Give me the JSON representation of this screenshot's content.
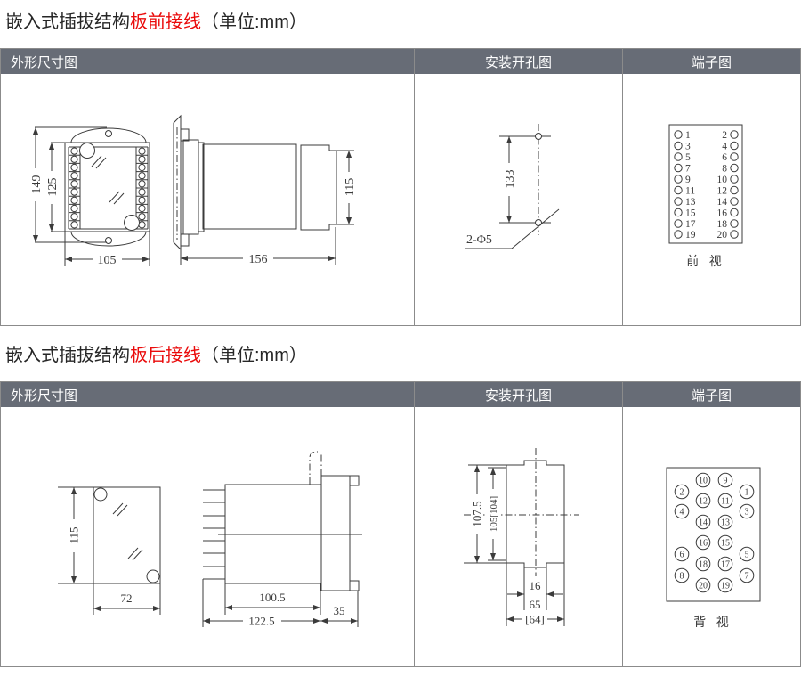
{
  "colors": {
    "accent_red": "#ea0b0b",
    "header_bg": "#676c76",
    "header_text": "#ffffff",
    "drawing_line": "#3b3b3b",
    "table_border": "#8b8b8b"
  },
  "titles": {
    "front": {
      "prefix": "嵌入式插拔结构",
      "highlight": "板前接线",
      "suffix": "（单位:mm）"
    },
    "rear": {
      "prefix": "嵌入式插拔结构",
      "highlight": "板后接线",
      "suffix": "（单位:mm）"
    }
  },
  "table_headers": {
    "outline": "外形尺寸图",
    "cutout": "安装开孔图",
    "terminal": "端子图"
  },
  "front_section": {
    "outline_front_view": {
      "overall_height": "149",
      "terminal_strip_height": "125",
      "width": "105"
    },
    "outline_side_view": {
      "depth": "156",
      "rear_height": "115"
    },
    "cutout": {
      "hole_spacing": "133",
      "hole_spec": "2-Φ5"
    },
    "terminal": {
      "caption": "前 视",
      "rows": [
        {
          "l": "1",
          "r": "2"
        },
        {
          "l": "3",
          "r": "4"
        },
        {
          "l": "5",
          "r": "6"
        },
        {
          "l": "7",
          "r": "8"
        },
        {
          "l": "9",
          "r": "10"
        },
        {
          "l": "11",
          "r": "12"
        },
        {
          "l": "13",
          "r": "14"
        },
        {
          "l": "15",
          "r": "16"
        },
        {
          "l": "17",
          "r": "18"
        },
        {
          "l": "19",
          "r": "20"
        }
      ]
    }
  },
  "rear_section": {
    "outline_front_view": {
      "height": "115",
      "width": "72"
    },
    "outline_side_view": {
      "body_depth": "100.5",
      "total_depth": "122.5",
      "rear_depth": "35"
    },
    "cutout": {
      "overall_height": "107.5",
      "inner_height": "105[104]",
      "notch_width": "16",
      "width": "65",
      "width_alt": "[64]"
    },
    "terminal": {
      "caption": "背 视",
      "middle_rows": [
        {
          "l": "10",
          "r": "9"
        },
        {
          "l": "12",
          "r": "11"
        },
        {
          "l": "14",
          "r": "13"
        },
        {
          "l": "16",
          "r": "15"
        },
        {
          "l": "18",
          "r": "17"
        },
        {
          "l": "20",
          "r": "19"
        }
      ],
      "outer_rows": [
        {
          "l": "2",
          "r": "1"
        },
        {
          "l": "4",
          "r": "3"
        },
        {
          "l": "6",
          "r": "5"
        },
        {
          "l": "8",
          "r": "7"
        }
      ]
    }
  }
}
